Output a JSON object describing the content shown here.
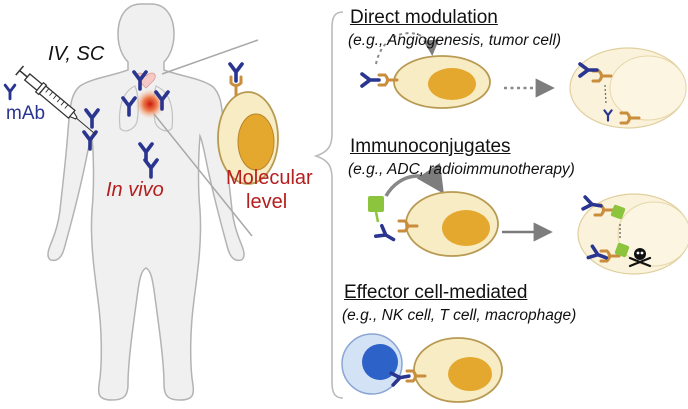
{
  "left": {
    "route": "IV, SC",
    "antibody": "mAb",
    "in_vivo": "In vivo",
    "molecular_level": [
      "Molecular",
      "level"
    ]
  },
  "mechanisms": [
    {
      "title": "Direct modulation",
      "examples": "(e.g., Angiogenesis, tumor cell)"
    },
    {
      "title": "Immunoconjugates",
      "examples": "(e.g., ADC, radioimmunotherapy)"
    },
    {
      "title": "Effector cell-mediated",
      "examples": "(e.g., NK cell, T cell, macrophage)"
    }
  ],
  "colors": {
    "antibody": "#2a3590",
    "receptor": "#c98d3c",
    "cell_fill": "#f8ecc4",
    "cell_stroke": "#b89a52",
    "nucleus": "#e4a82e",
    "body_fill": "#f0f0f0",
    "body_stroke": "#b3b3b3",
    "red_text": "#b5201f",
    "payload": "#8cc43d",
    "effector_cell": "#d4e2f6",
    "effector_nucleus": "#2d63c8"
  }
}
